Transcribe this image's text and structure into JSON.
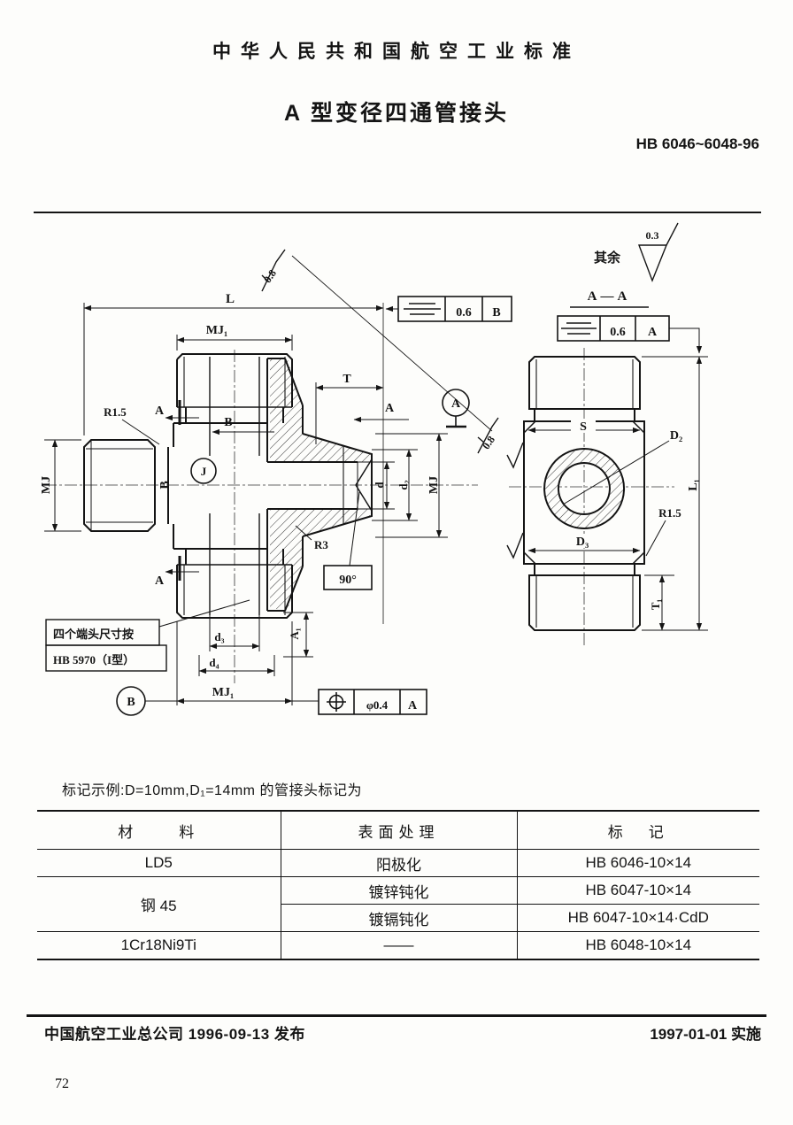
{
  "page": {
    "title": "中华人民共和国航空工业标准",
    "subtitle": "A 型变径四通管接头",
    "standard_code": "HB 6046~6048-96",
    "page_number": "72"
  },
  "drawing": {
    "surface_note": "其余",
    "roughness_rest": "0.3",
    "roughness_08": "0.8",
    "section_label": "A—A",
    "datum_a": "A",
    "datum_b": "B",
    "feature_j": "J",
    "dim_L": "L",
    "dim_L1": "L₁",
    "dim_MJ": "MJ",
    "dim_MJ1": "MJ₁",
    "dim_T": "T",
    "dim_T1": "T₁",
    "dim_S": "S",
    "dim_d": "d",
    "dim_d2": "d₂",
    "dim_d3": "d₃",
    "dim_d4": "d₄",
    "dim_D2": "D₂",
    "dim_D3": "D₃",
    "dim_A1": "A₁",
    "radius_r15": "R1.5",
    "radius_r3": "R3",
    "angle_90": "90°",
    "tol_sym_value_b": "0.6",
    "tol_sym_datum_b": "B",
    "tol_sym_value_a": "0.6",
    "tol_sym_datum_a": "A",
    "tol_pos_value": "φ0.4",
    "tol_pos_datum": "A",
    "note_line1": "四个端头尺寸按",
    "note_line2": "HB 5970（I型）"
  },
  "example": {
    "text": "标记示例:D=10mm,D₁=14mm 的管接头标记为"
  },
  "table": {
    "headers": [
      "材　　料",
      "表面处理",
      "标　记"
    ],
    "rows": [
      {
        "material": "LD5",
        "surface": "阳极化",
        "marking": "HB 6046-10×14"
      },
      {
        "material": "钢 45",
        "surface": "镀锌钝化",
        "marking": "HB 6047-10×14"
      },
      {
        "material": "",
        "surface": "镀镉钝化",
        "marking": "HB 6047-10×14·CdD"
      },
      {
        "material": "1Cr18Ni9Ti",
        "surface": "——",
        "marking": "HB 6048-10×14"
      }
    ]
  },
  "footer": {
    "issued": "中国航空工业总公司 1996-09-13 发布",
    "effective": "1997-01-01 实施"
  }
}
